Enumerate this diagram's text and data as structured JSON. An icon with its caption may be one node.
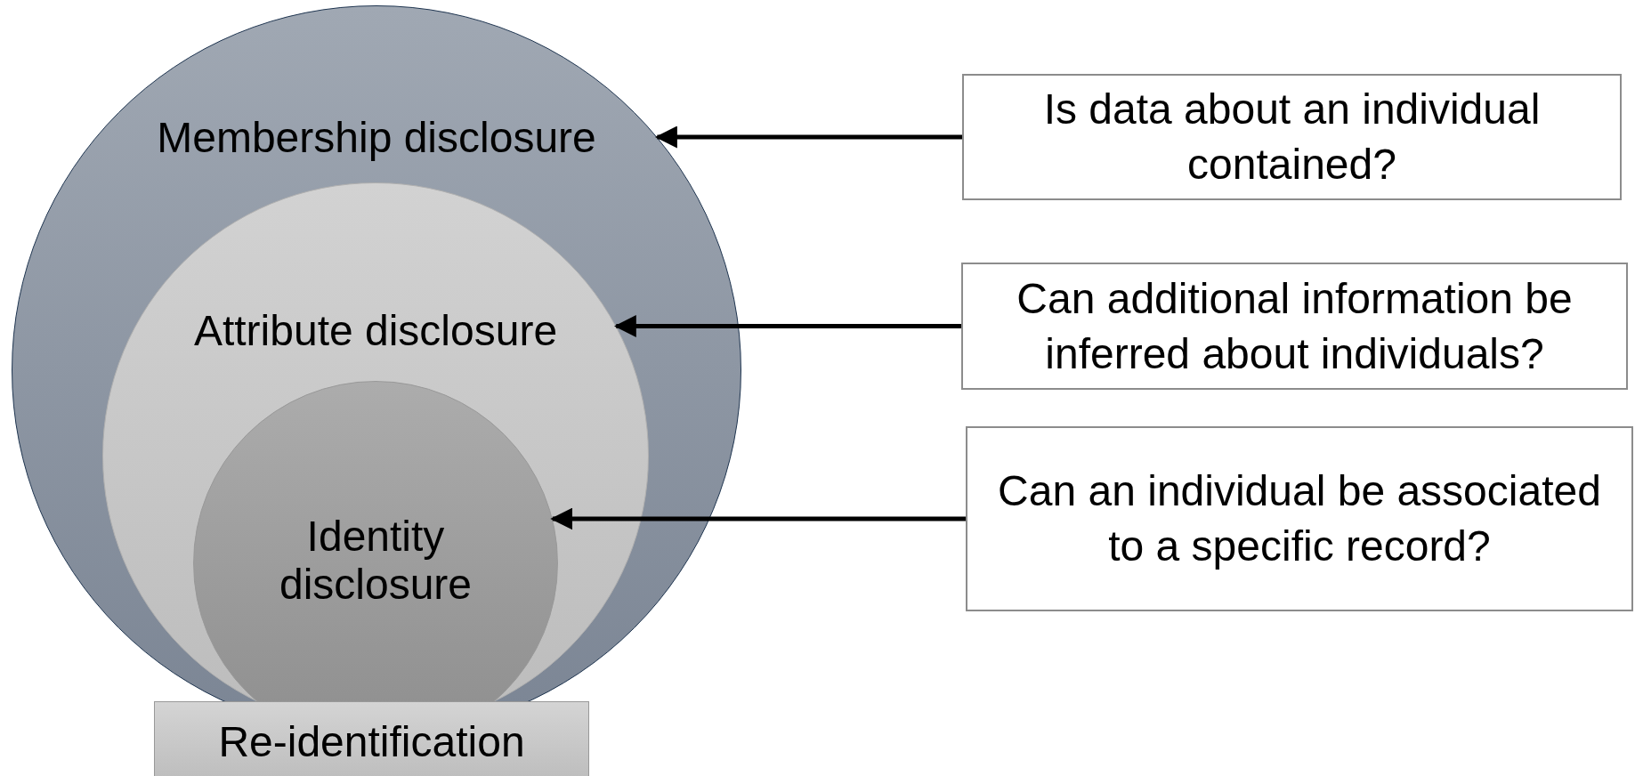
{
  "diagram": {
    "nodes": [
      {
        "text": [
          "Membership disclosure"
        ]
      },
      {
        "text": [
          "Attribute disclosure"
        ],
        "in": 0
      },
      {
        "text": [
          "Identity disclosure"
        ],
        "in": 1
      },
      {
        "text": [
          "Re-identification"
        ]
      },
      {
        "text": [
          "Is data about an individual contained?"
        ]
      },
      {
        "text": [
          "Can additional information be inferred about individuals?"
        ]
      },
      {
        "text": [
          "Can an individual be associated to a specific record?"
        ]
      }
    ],
    "edges": [
      {
        "from": 4,
        "to": 0,
        "arrow": "to"
      },
      {
        "from": 5,
        "to": 1,
        "arrow": "to"
      },
      {
        "from": 6,
        "to": 2,
        "arrow": "to"
      }
    ]
  }
}
